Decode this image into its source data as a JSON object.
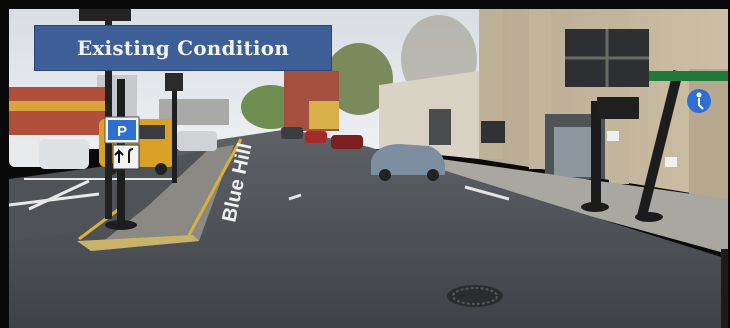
{
  "caption": {
    "title": "Existing Condition"
  },
  "scene": {
    "description_icons": [
      "street-photo"
    ],
    "signs": {
      "parking_letter": "P",
      "pavement_text": "Blue Hill"
    },
    "colors": {
      "banner": "#3d5e97",
      "banner_text": "#f2f2f2",
      "sign_blue": "#2f6fd1",
      "street_sign_green": "#1f7a3a"
    }
  }
}
